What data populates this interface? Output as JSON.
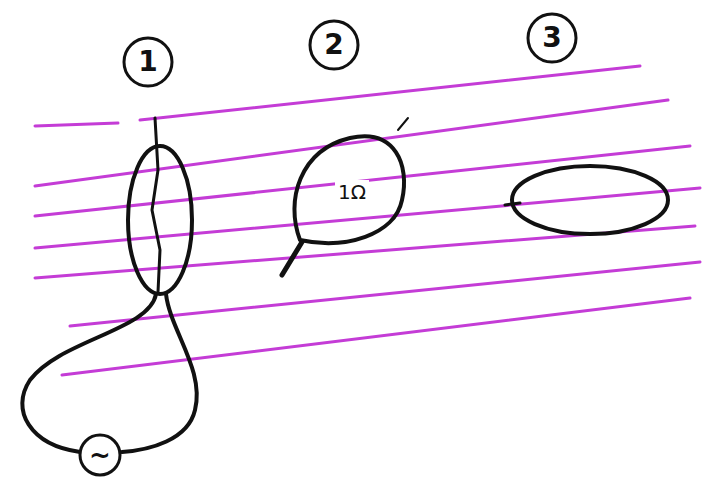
{
  "diagram": {
    "nodes": [
      {
        "text": [
          "1"
        ]
      },
      {
        "text": [
          "2"
        ]
      },
      {
        "text": [
          "3"
        ]
      },
      {
        "text": [
          "~"
        ]
      }
    ],
    "labels": [
      "1Ω"
    ]
  }
}
